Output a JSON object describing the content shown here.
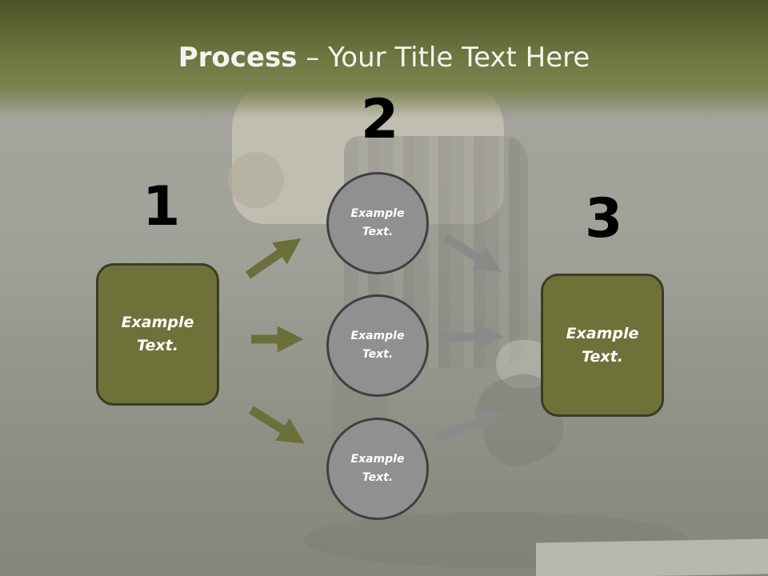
{
  "title": {
    "bold": "Process",
    "rest": " – Your Title Text Here"
  },
  "steps": {
    "one": {
      "number": "1",
      "line1": "Example",
      "line2": "Text."
    },
    "two": {
      "number": "2",
      "circles": [
        {
          "line1": "Example",
          "line2": "Text."
        },
        {
          "line1": "Example",
          "line2": "Text."
        },
        {
          "line1": "Example",
          "line2": "Text."
        }
      ]
    },
    "three": {
      "number": "3",
      "line1": "Example",
      "line2": "Text."
    }
  },
  "colors": {
    "header": "#6c7540",
    "box": "#6e7239",
    "circle": "#909090",
    "arrow_green": "#6b6f3a",
    "arrow_gray": "#8a8a88"
  }
}
